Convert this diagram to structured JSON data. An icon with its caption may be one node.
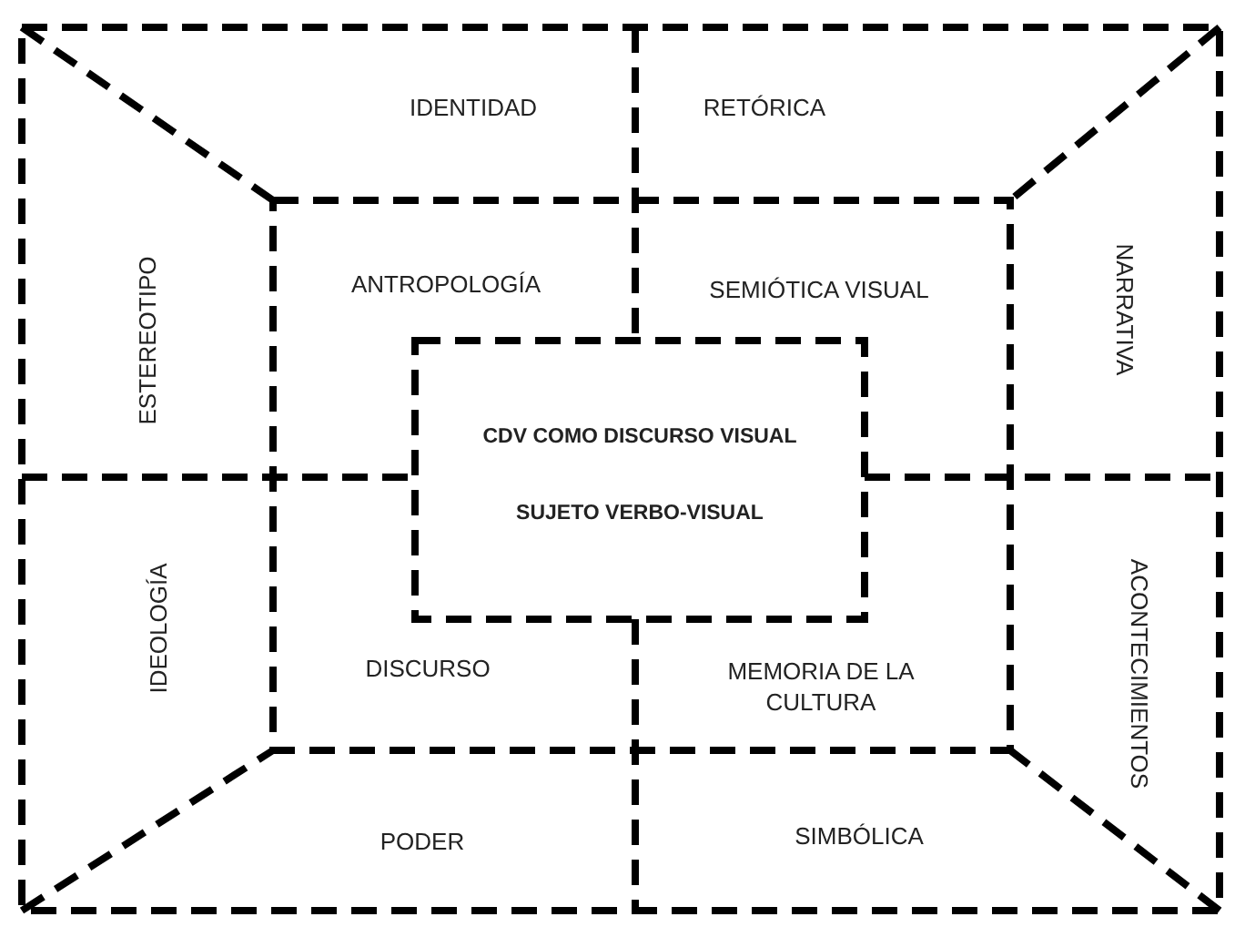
{
  "diagram": {
    "nodes": [
      {
        "text": [],
        "shape": "box"
      },
      {
        "text": [],
        "shape": "box",
        "in": 0
      },
      {
        "text": [
          "CDV COMO DISCURSO VISUAL",
          "SUJETO VERBO-VISUAL"
        ],
        "in": 1
      }
    ],
    "labels": [
      "IDENTIDAD",
      "RETÓRICA",
      "ESTEREOTIPO",
      "ANTROPOLOGÍA",
      "SEMIÓTICA VISUAL",
      "NARRATIVA",
      "ACONTECIMIENTOS",
      "IDEOLOGÍA",
      "DISCURSO",
      "MEMORIA DE LA CULTURA",
      "PODER",
      "SIMBÓLICA"
    ]
  }
}
